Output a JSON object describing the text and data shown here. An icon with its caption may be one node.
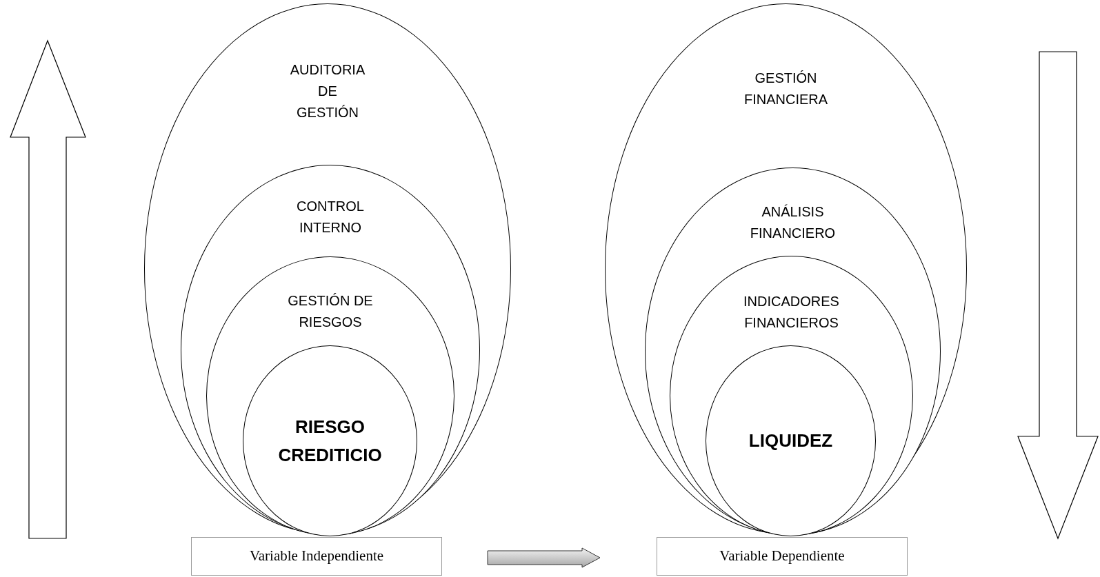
{
  "diagram": {
    "nodes": [
      {
        "text": [
          "AUDITORIA DE GESTIÓN"
        ]
      },
      {
        "text": [
          "CONTROL INTERNO"
        ],
        "in": 0
      },
      {
        "text": [
          "GESTIÓN DE RIESGOS"
        ],
        "in": 1
      },
      {
        "text": [
          "RIESGO CREDITICIO"
        ],
        "in": 2
      },
      {
        "text": [
          "Variable Independiente"
        ]
      },
      {
        "text": [
          "GESTIÓN FINANCIERA"
        ]
      },
      {
        "text": [
          "ANÁLISIS FINANCIERO"
        ],
        "in": 5
      },
      {
        "text": [
          "INDICADORES FINANCIEROS"
        ],
        "in": 6
      },
      {
        "text": [
          "LIQUIDEZ"
        ],
        "in": 7
      },
      {
        "text": [
          "Variable Dependiente"
        ]
      }
    ],
    "edges": [
      {
        "from": 4,
        "to": 9,
        "arrow": "to"
      }
    ]
  }
}
